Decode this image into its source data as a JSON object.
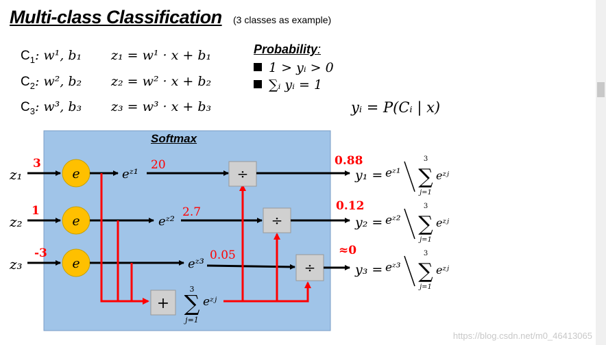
{
  "title": "Multi-class Classification",
  "subtitle": "(3 classes as example)",
  "classes": [
    {
      "c": "C",
      "sub": "1",
      "rest": ":  w¹, b₁",
      "eq": "z₁ = w¹ · x + b₁"
    },
    {
      "c": "C",
      "sub": "2",
      "rest": ":  w², b₂",
      "eq": "z₂ = w² · x + b₂"
    },
    {
      "c": "C",
      "sub": "3",
      "rest": ":  w³, b₃",
      "eq": "z₃ = w³ · x + b₃"
    }
  ],
  "probability": {
    "heading": "Probability",
    "colon": ":",
    "items": [
      "1 > yᵢ > 0",
      "∑ᵢ yᵢ = 1"
    ]
  },
  "posterior": "yᵢ = P(Cᵢ | x)",
  "softmax_label": "Softmax",
  "inputs": [
    {
      "z": "z₁",
      "value": "3",
      "exp": "eᶻ¹",
      "exp_value": "20",
      "output": "0.88",
      "y": "y₁ ="
    },
    {
      "z": "z₂",
      "value": "1",
      "exp": "eᶻ²",
      "exp_value": "2.7",
      "output": "0.12",
      "y": "y₂ ="
    },
    {
      "z": "z₃",
      "value": "-3",
      "exp": "eᶻ³",
      "exp_value": "0.05",
      "output": "≈0",
      "y": "y₃ ="
    }
  ],
  "node_e": "e",
  "plus": "+",
  "divide": "÷",
  "sum": {
    "sigma": "∑",
    "upper": "3",
    "lower": "j=1",
    "term": "eᶻʲ"
  },
  "formula": {
    "num": [
      "eᶻ¹",
      "eᶻ²",
      "eᶻ³"
    ]
  },
  "watermark": "https://blog.csdn.net/m0_46413065",
  "colors": {
    "box": "#a0c4e8",
    "node": "#ffc000",
    "red": "#ff0000",
    "grey": "#d0d0d0"
  }
}
